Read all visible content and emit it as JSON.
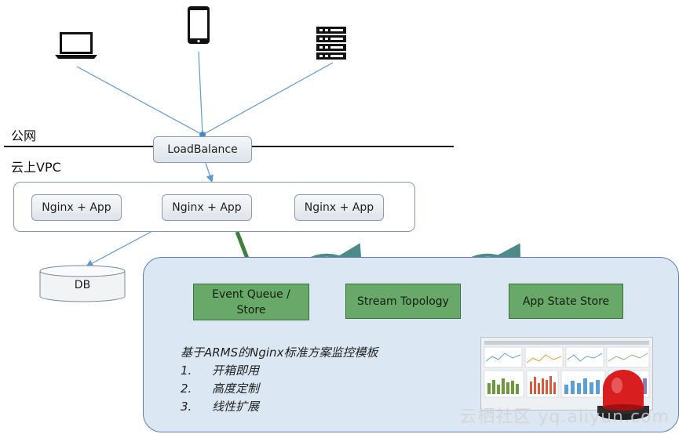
{
  "zones": {
    "public": "公网",
    "vpc": "云上VPC"
  },
  "load_balancer": "LoadBalance",
  "app_nodes": [
    "Nginx + App",
    "Nginx + App",
    "Nginx + App"
  ],
  "database": "DB",
  "pipeline": {
    "event_queue": [
      "Event Queue /",
      "Store"
    ],
    "stream_topology": "Stream Topology",
    "app_state_store": "App State Store"
  },
  "arms_notes": {
    "title": "基于ARMS的Nginx标准方案监控模板",
    "items": [
      {
        "num": "1.",
        "text": "开箱即用"
      },
      {
        "num": "2.",
        "text": "高度定制"
      },
      {
        "num": "3.",
        "text": "线性扩展"
      }
    ]
  },
  "watermark": "云栖社区 yq.aliyun.com",
  "colors": {
    "client_link": "#5b9bd5",
    "stage_fill": "#68a868",
    "flow_arrow": "#4e8a8a",
    "panel_fill": "#dbe7f3",
    "alarm": "#d81e1e"
  },
  "icons": [
    "laptop-icon",
    "smartphone-icon",
    "server-icon",
    "dashboard-thumbnail",
    "alarm-siren-icon"
  ]
}
